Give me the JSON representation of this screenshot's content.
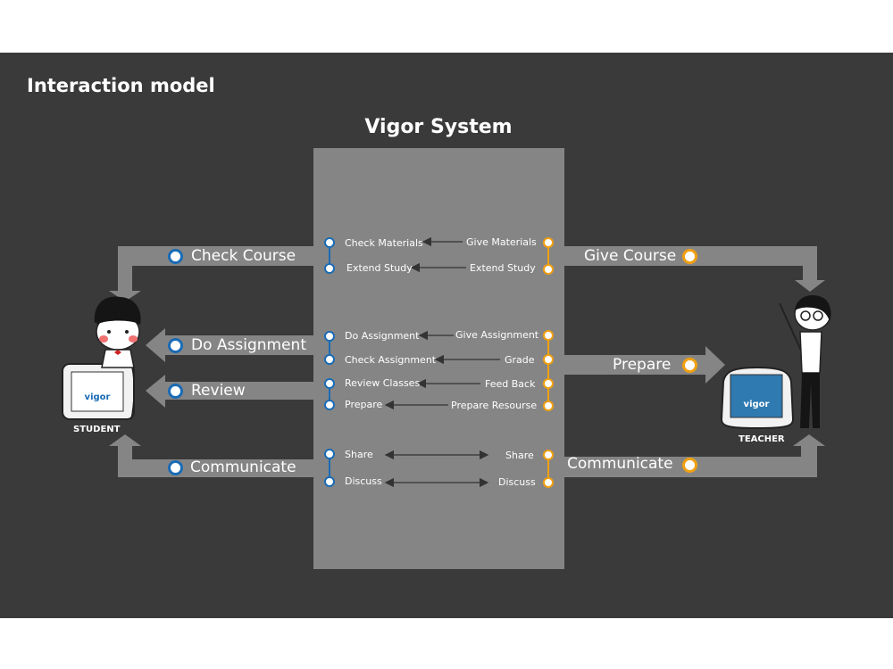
{
  "page_title": "Interaction model",
  "system": {
    "title": "Vigor System"
  },
  "actors": {
    "student": "STUDENT",
    "teacher": "TEACHER",
    "screen_logo": "vigor"
  },
  "student_side": {
    "check_course": "Check Course",
    "do_assignment": "Do Assignment",
    "review": "Review",
    "communicate": "Communicate"
  },
  "teacher_side": {
    "give_course": "Give Course",
    "prepare": "Prepare",
    "communicate": "Communicate"
  },
  "flows": {
    "course": [
      {
        "student": "Check Materials",
        "teacher": "Give Materials"
      },
      {
        "student": "Extend Study",
        "teacher": "Extend Study"
      }
    ],
    "assignment": [
      {
        "student": "Do Assignment",
        "teacher": "Give Assignment"
      },
      {
        "student": "Check Assignment",
        "teacher": "Grade"
      },
      {
        "student": "Review Classes",
        "teacher": "Feed Back"
      },
      {
        "student": "Prepare",
        "teacher": "Prepare Resourse"
      }
    ],
    "communication": [
      {
        "student": "Share",
        "teacher": "Share"
      },
      {
        "student": "Discuss",
        "teacher": "Discuss"
      }
    ]
  },
  "colors": {
    "background": "#3a3a3a",
    "system_box": "#858585",
    "arrow": "#858585",
    "student_accent": "#1a6bb5",
    "teacher_accent": "#f0a010",
    "text": "#ffffff"
  }
}
